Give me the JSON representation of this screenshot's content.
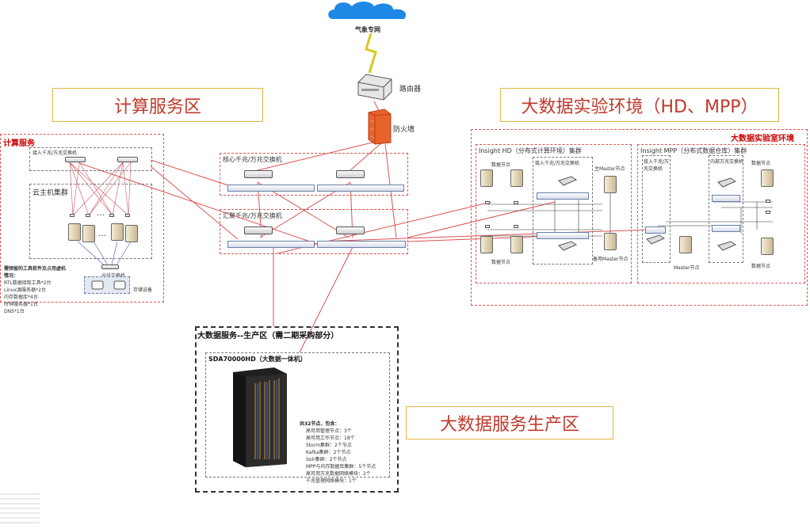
{
  "top": {
    "cloud_label": "气象专网",
    "router_label": "路由器",
    "firewall_label": "防火墙"
  },
  "headings": {
    "compute_zone": "计算服务区",
    "bigdata_lab": "大数据实验环境（HD、MPP）",
    "bigdata_prod": "大数据服务生产区"
  },
  "compute": {
    "title": "计算服务",
    "access_switch": "接入千兆/万兆交换机",
    "cloud_cluster": "云主机集群",
    "ellipsis": "…",
    "note_title": "需预留的工具软件及占用虚机",
    "note_sub": "情况：",
    "note_lines": [
      "RTL数据接取工具*2台",
      "Linux源服务器*2台",
      "内存数据库*4台",
      "时钟服务器*1台",
      "DNS*1台"
    ],
    "storage_switch": "光纤交换机",
    "storage_label": "存储设备"
  },
  "core": {
    "core_switch": "核心千兆/万兆交换机",
    "agg_switch": "汇聚千兆/万兆交换机"
  },
  "lab": {
    "title": "大数据实验室环境",
    "hd_cluster": "Insight HD（分布式计算环境）集群",
    "hd_access": "接入千兆/万兆交换机",
    "hd_data_nodes_top": "数据节点",
    "hd_data_nodes_bottom": "数据节点",
    "hd_master": "主Master节点",
    "hd_backup_master": "备用Master节点",
    "mpp_cluster": "Insight MPP（分布式数据仓库）集群",
    "mpp_access": "接入千兆/万兆交换机",
    "mpp_internal": "内部万兆交换机",
    "mpp_data_nodes_top": "数据节点",
    "mpp_data_nodes_bottom": "数据节点",
    "mpp_master": "Master节点"
  },
  "prod": {
    "title": "大数据服务--生产区（需二期采购部分）",
    "model": "SDA70000HD（大数据一体机）",
    "spec_title": "共32节点，包含：",
    "spec_lines": [
      "高可用管理节点：3个",
      "高可用工作节点：18个",
      "Storm集群：2个节点",
      "Kafka集群：2个节点",
      "Solr集群：2个节点",
      "MPP与内存数据库集群：5个节点",
      "高可用万兆数据网络模块：2个",
      "千兆管理网络模块：1个"
    ]
  },
  "colors": {
    "link_red": "#d9534f",
    "zone_red": "#dd5555",
    "heading_red": "#c0392b",
    "heading_border": "#e0b640",
    "cloud_blue": "#1e88e5",
    "firewall_orange": "#e8622c"
  }
}
